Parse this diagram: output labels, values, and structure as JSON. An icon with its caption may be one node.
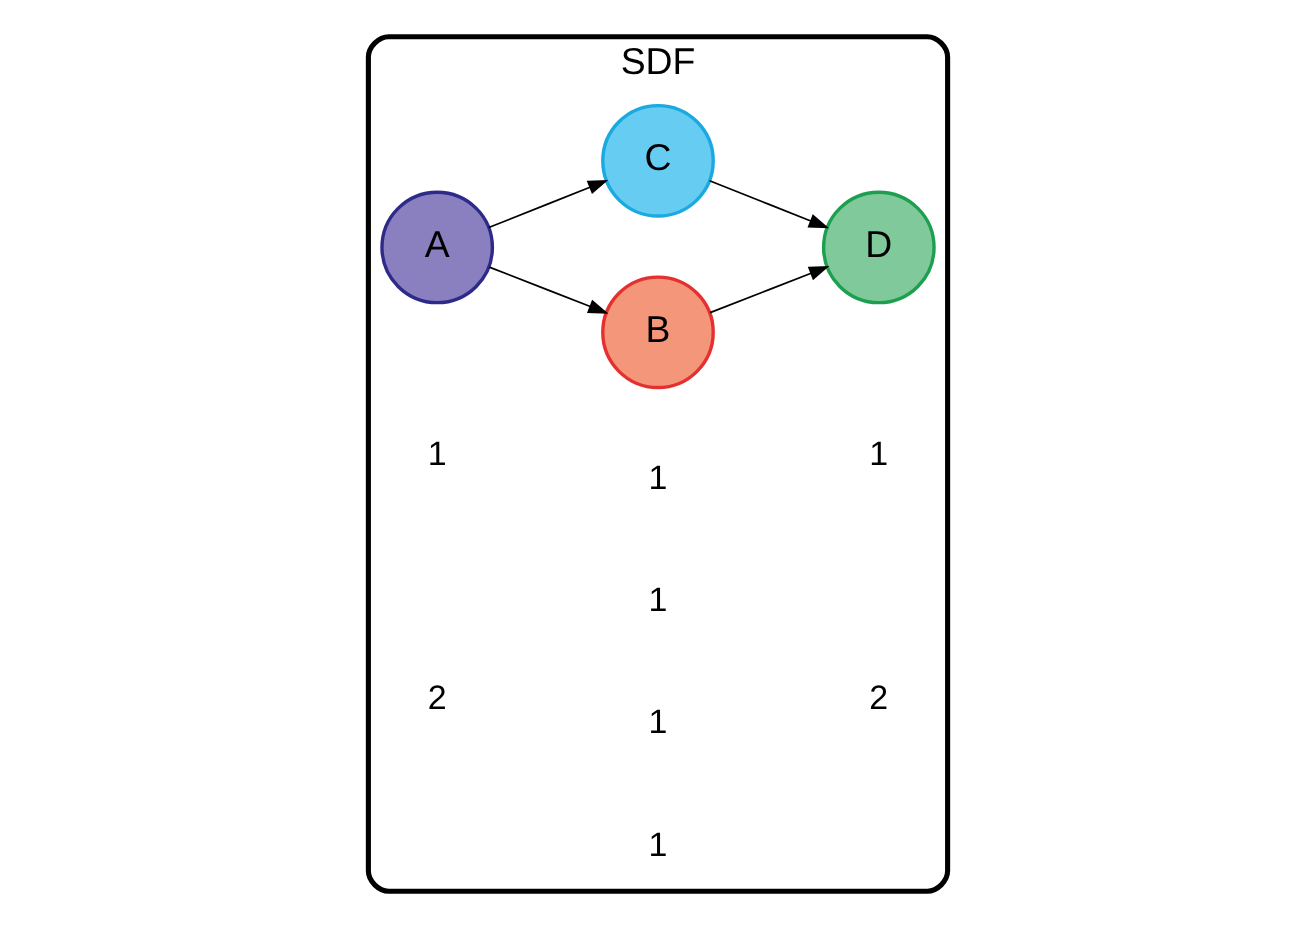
{
  "diagram": {
    "nodes": [
      {
        "text": [
          "SDF"
        ]
      },
      {
        "text": [
          "A"
        ],
        "in": 0
      },
      {
        "text": [
          "B"
        ],
        "in": 0
      },
      {
        "text": [
          "C"
        ],
        "in": 0
      },
      {
        "text": [
          "D"
        ],
        "in": 0
      }
    ],
    "edges": [
      {
        "from": 1,
        "to": 2,
        "arrow": "to"
      },
      {
        "from": 1,
        "to": 3,
        "arrow": "to"
      },
      {
        "from": 2,
        "to": 4,
        "arrow": "to"
      },
      {
        "from": 3,
        "to": 4,
        "arrow": "to"
      }
    ],
    "labels": [
      "1",
      "1",
      "1",
      "1",
      "2",
      "2",
      "1",
      "1"
    ]
  }
}
